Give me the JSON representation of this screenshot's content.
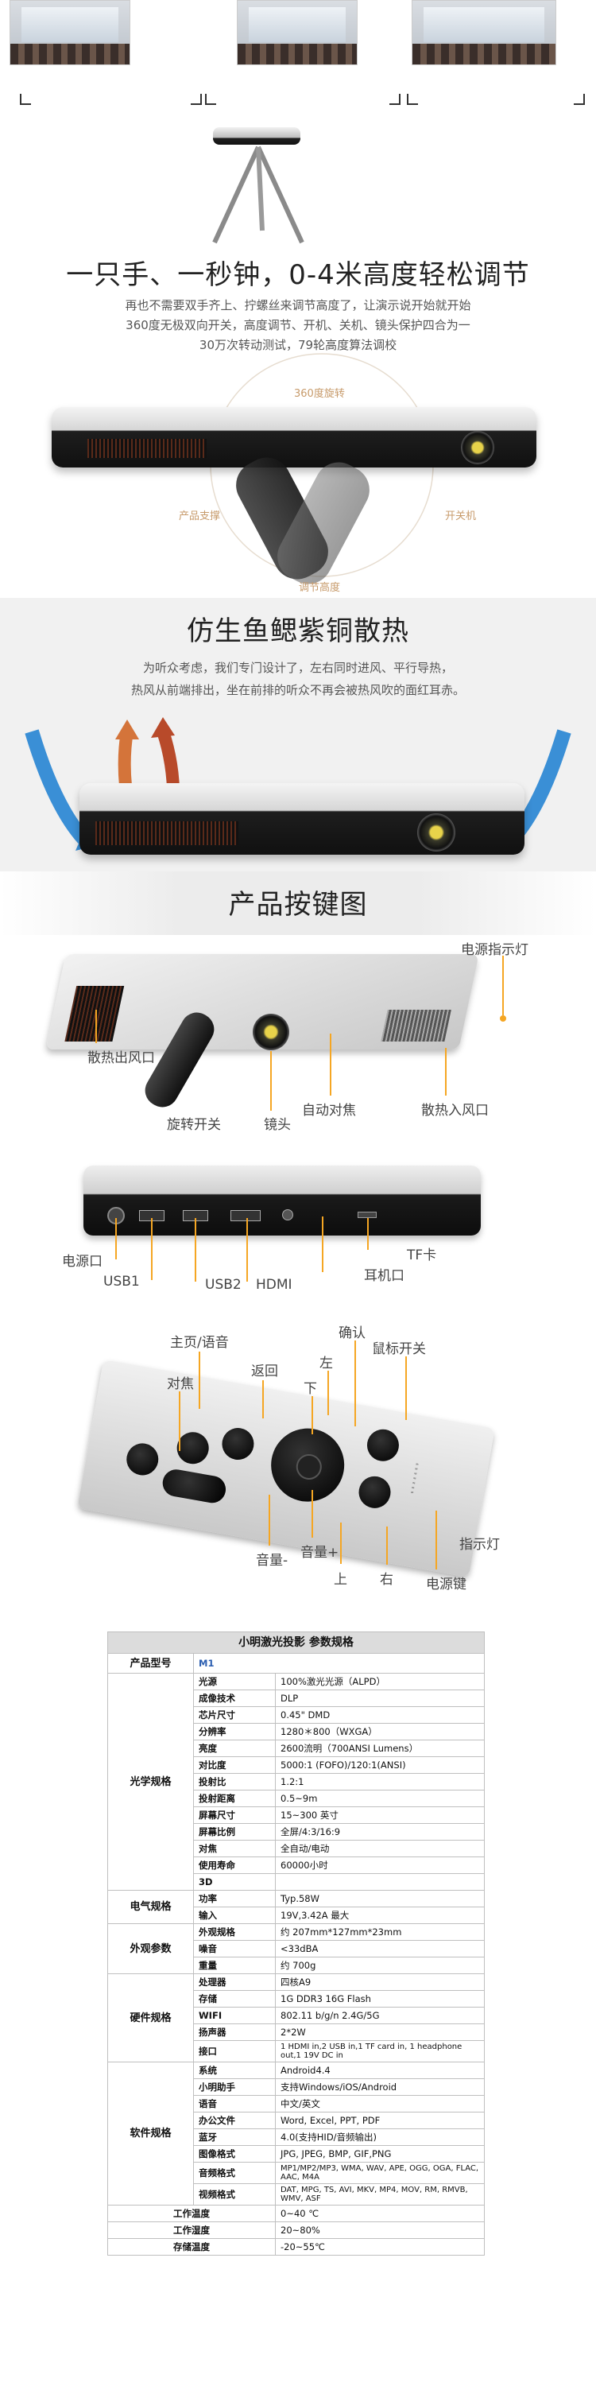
{
  "section1": {
    "title": "一只手、一秒钟，0-4米高度轻松调节",
    "desc_lines": [
      "再也不需要双手齐上、拧螺丝来调节高度了，让演示说开始就开始",
      "360度无极双向开关，高度调节、开机、关机、镜头保护四合为一",
      "30万次转动测试，79轮高度算法调校"
    ],
    "labels": {
      "rotate": "360度旋转",
      "stand": "产品支撑",
      "power": "开关机",
      "height": "调节高度"
    }
  },
  "section2": {
    "title": "仿生鱼鳃紫铜散热",
    "desc_lines": [
      "为听众考虑，我们专门设计了，左右同时进风、平行导热，",
      "热风从前端排出，坐在前排的听众不再会被热风吹的面红耳赤。"
    ]
  },
  "section3": {
    "title": "产品按键图",
    "front_labels": {
      "power_led": "电源指示灯",
      "exhaust": "散热出风口",
      "rotary": "旋转开关",
      "lens": "镜头",
      "autofocus": "自动对焦",
      "intake": "散热入风口"
    },
    "rear_labels": {
      "power_port": "电源口",
      "usb1": "USB1",
      "usb2": "USB2",
      "hdmi": "HDMI",
      "headphone": "耳机口",
      "tf": "TF卡"
    },
    "remote_labels": {
      "home": "主页/语音",
      "focus": "对焦",
      "back": "返回",
      "down": "下",
      "left": "左",
      "ok": "确认",
      "mouse": "鼠标开关",
      "indicator": "指示灯",
      "right": "右",
      "up": "上",
      "power": "电源键",
      "vol_down": "音量-",
      "vol_up": "音量+"
    }
  },
  "spec": {
    "title": "小明激光投影 参数规格",
    "model_label": "产品型号",
    "model_value": "M1",
    "groups": [
      {
        "name": "光学规格",
        "rows": [
          [
            "光源",
            "100%激光光源（ALPD）"
          ],
          [
            "成像技术",
            "DLP"
          ],
          [
            "芯片尺寸",
            "0.45\"   DMD"
          ],
          [
            "分辨率",
            "1280＊800（WXGA）"
          ],
          [
            "亮度",
            "2600流明（700ANSI Lumens）"
          ],
          [
            "对比度",
            "5000:1 (FOFO)/120:1(ANSI)"
          ],
          [
            "投射比",
            "1.2:1"
          ],
          [
            "投射距离",
            "0.5~9m"
          ],
          [
            "屏幕尺寸",
            "15~300 英寸"
          ],
          [
            "屏幕比例",
            "全屏/4:3/16:9"
          ],
          [
            "对焦",
            "全自动/电动"
          ],
          [
            "使用寿命",
            "60000小时"
          ],
          [
            "3D",
            ""
          ]
        ]
      },
      {
        "name": "电气规格",
        "rows": [
          [
            "功率",
            "Typ.58W"
          ],
          [
            "输入",
            "19V,3.42A 最大"
          ]
        ]
      },
      {
        "name": "外观参数",
        "rows": [
          [
            "外观规格",
            "约 207mm*127mm*23mm"
          ],
          [
            "噪音",
            "<33dBA"
          ],
          [
            "重量",
            "约 700g"
          ]
        ]
      },
      {
        "name": "硬件规格",
        "rows": [
          [
            "处理器",
            "四核A9"
          ],
          [
            "存储",
            "1G DDR3 16G Flash"
          ],
          [
            "WIFI",
            "802.11 b/g/n    2.4G/5G"
          ],
          [
            "扬声器",
            "2*2W"
          ],
          [
            "接口",
            "1 HDMI in,2 USB in,1 TF card in, 1 headphone out,1 19V DC in"
          ]
        ]
      },
      {
        "name": "软件规格",
        "rows": [
          [
            "系统",
            "Android4.4"
          ],
          [
            "小明助手",
            "支持Windows/iOS/Android"
          ],
          [
            "语音",
            "中文/英文"
          ],
          [
            "办公文件",
            "Word, Excel, PPT, PDF"
          ],
          [
            "蓝牙",
            "4.0(支持HID/音频输出)"
          ],
          [
            "图像格式",
            "JPG, JPEG, BMP, GIF,PNG"
          ],
          [
            "音频格式",
            "MP1/MP2/MP3, WMA, WAV, APE, OGG, OGA, FLAC, AAC, M4A"
          ],
          [
            "视频格式",
            "DAT, MPG, TS, AVI, MKV, MP4, MOV, RM, RMVB, WMV, ASF"
          ]
        ]
      }
    ],
    "env_rows": [
      [
        "工作温度",
        "0~40 ℃"
      ],
      [
        "工作湿度",
        "20~80%"
      ],
      [
        "存储温度",
        "-20~55℃"
      ]
    ]
  },
  "colors": {
    "accent": "#f5a623",
    "model_blue": "#2a5db0",
    "label_tan": "#c79a6a",
    "arrow_blue": "#3a8fd6",
    "arrow_orange": "#d4743a"
  }
}
